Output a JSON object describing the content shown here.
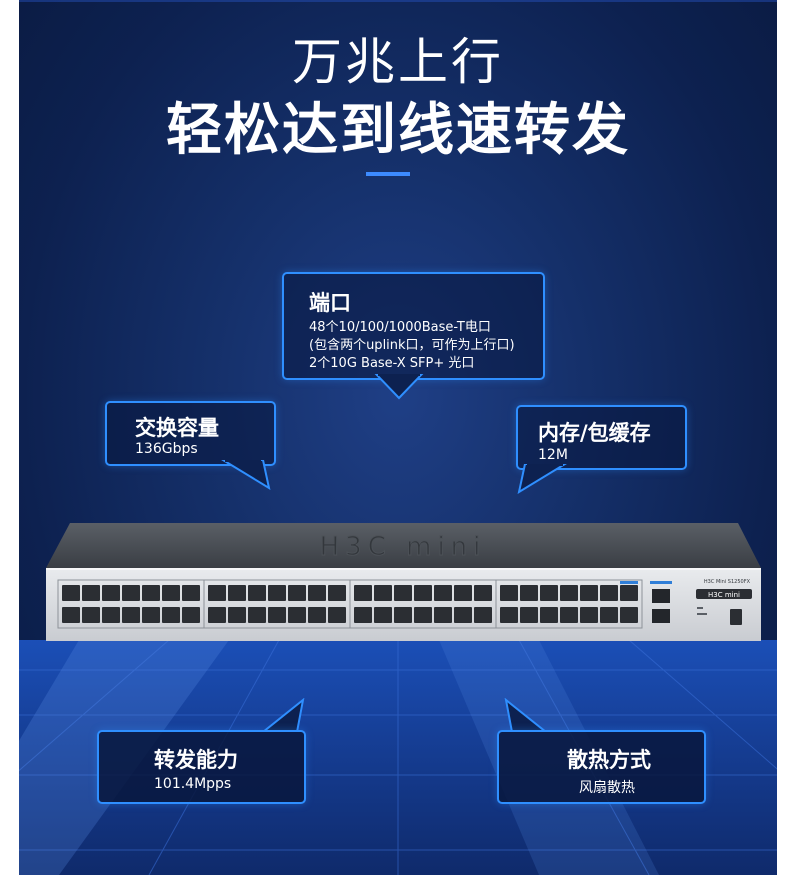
{
  "heading": {
    "line1": "万兆上行",
    "line2": "轻松达到线速转发"
  },
  "bubbles": {
    "ports": {
      "title": "端口",
      "lines": [
        "48个10/100/1000Base-T电口",
        "(包含两个uplink口，可作为上行口)",
        "2个10G Base-X SFP+ 光口"
      ]
    },
    "switching": {
      "title": "交换容量",
      "value": "136Gbps"
    },
    "memory": {
      "title": "内存/包缓存",
      "value": "12M"
    },
    "forwarding": {
      "title": "转发能力",
      "value": "101.4Mpps"
    },
    "cooling": {
      "title": "散热方式",
      "value": "风扇散热"
    }
  },
  "device": {
    "model_label": "H3C Mini S1250FX",
    "brand": "H3C mini"
  },
  "colors": {
    "accent": "#2f8fff",
    "background": "#15306a",
    "floor": "#1b4fb7"
  }
}
